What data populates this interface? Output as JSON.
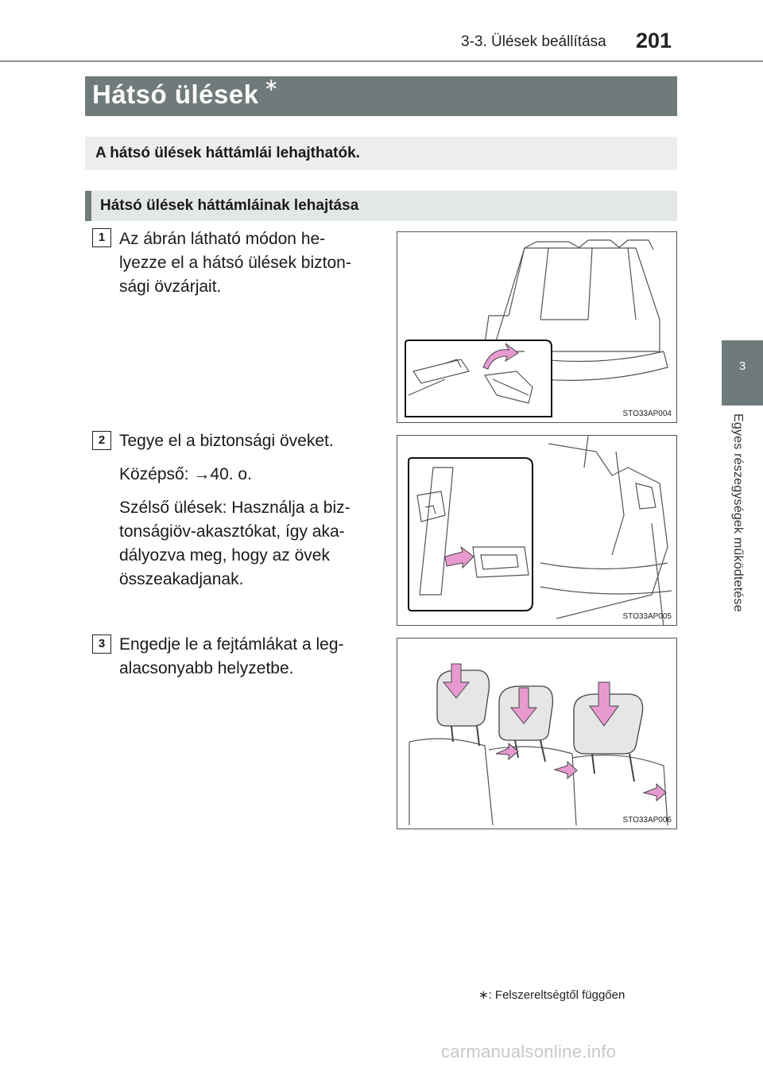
{
  "header": {
    "section": "3-3. Ülések beállítása",
    "page_number": "201"
  },
  "side_tab": {
    "number": "3",
    "label": "Egyes részegységek működtetése"
  },
  "title": {
    "text": "Hátsó ülések",
    "marker": "∗"
  },
  "intro": "A hátsó ülések háttámlái lehajthatók.",
  "subsection": "Hátsó ülések háttámláinak lehajtása",
  "steps": [
    {
      "num": "1",
      "lines": [
        "Az ábrán látható módon he-",
        "lyezze el a hátsó ülések bizton-",
        "sági övzárjait."
      ],
      "fig_code": "STO33AP004"
    },
    {
      "num": "2",
      "p1": "Tegye el a biztonsági öveket.",
      "p2": "Középső: →40. o.",
      "p3": [
        "Szélső ülések: Használja a biz-",
        "tonságiöv-akasztókat, így aka-",
        "dályozva meg, hogy az övek",
        "összeakadjanak."
      ],
      "fig_code": "STO33AP005"
    },
    {
      "num": "3",
      "lines": [
        "Engedje le a fejtámlákat a leg-",
        "alacsonyabb helyzetbe."
      ],
      "fig_code": "STO33AP006"
    }
  ],
  "footnote": "∗: Felszereltségtől függően",
  "watermark": "carmanualsonline.info",
  "colors": {
    "band": "#6f7b7a",
    "arrow": "#e89ad0"
  }
}
